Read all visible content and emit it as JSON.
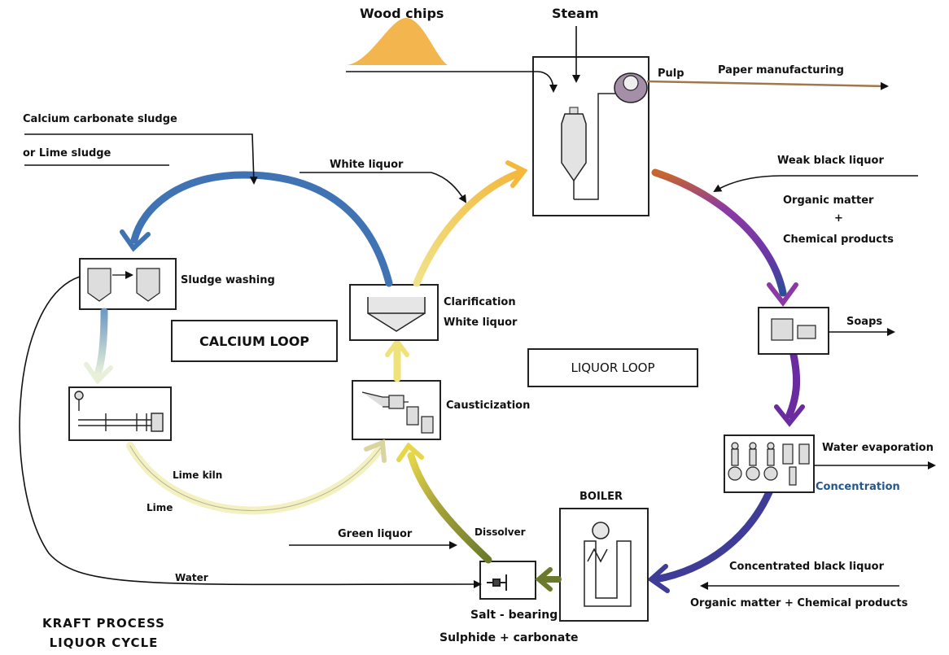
{
  "inputs": {
    "wood_chips": "Wood chips",
    "steam": "Steam",
    "pulp": "Pulp",
    "paper_manufacturing": "Paper manufacturing",
    "white_liquor": "White liquor",
    "weak_black_liquor": "Weak black liquor",
    "organic_matter": "Organic matter",
    "plus": "+",
    "chemical_products": "Chemical products",
    "calcium_sludge_line1": "Calcium carbonate sludge",
    "calcium_sludge_line2": "or Lime sludge",
    "green_liquor": "Green liquor",
    "water": "Water",
    "concentrated_black_liquor": "Concentrated black liquor",
    "organic_chemical_products": "Organic matter + Chemical products",
    "water_evaporation": "Water evaporation"
  },
  "stages": {
    "sludge_washing": "Sludge washing",
    "clarification": "Clarification",
    "clarification_sub": "White liquor",
    "causticization": "Causticization",
    "lime_kiln": "Lime kiln",
    "lime": "Lime",
    "soaps": "Soaps",
    "concentration": "Concentration",
    "boiler": "BOILER",
    "dissolver": "Dissolver",
    "salt_bearing": "Salt - bearing",
    "sulphide_carbonate": "Sulphide + carbonate"
  },
  "loops": {
    "calcium": "CALCIUM LOOP",
    "liquor": "LIQUOR LOOP"
  },
  "title": {
    "line1": "KRAFT PROCESS",
    "line2": "LIQUOR CYCLE"
  },
  "colors": {
    "wood_chips": "#f3b64f",
    "calcium_loop_blue": "#3f73b3",
    "liquor_loop_purple": "#7b2fa6",
    "orange_brown": "#c9672a",
    "white_liquor_yellow": "#f0c23d",
    "green_liquor": "#8a9a2a",
    "pale_yellow": "#f4f1c0",
    "concentration_blue": "#23578f"
  }
}
